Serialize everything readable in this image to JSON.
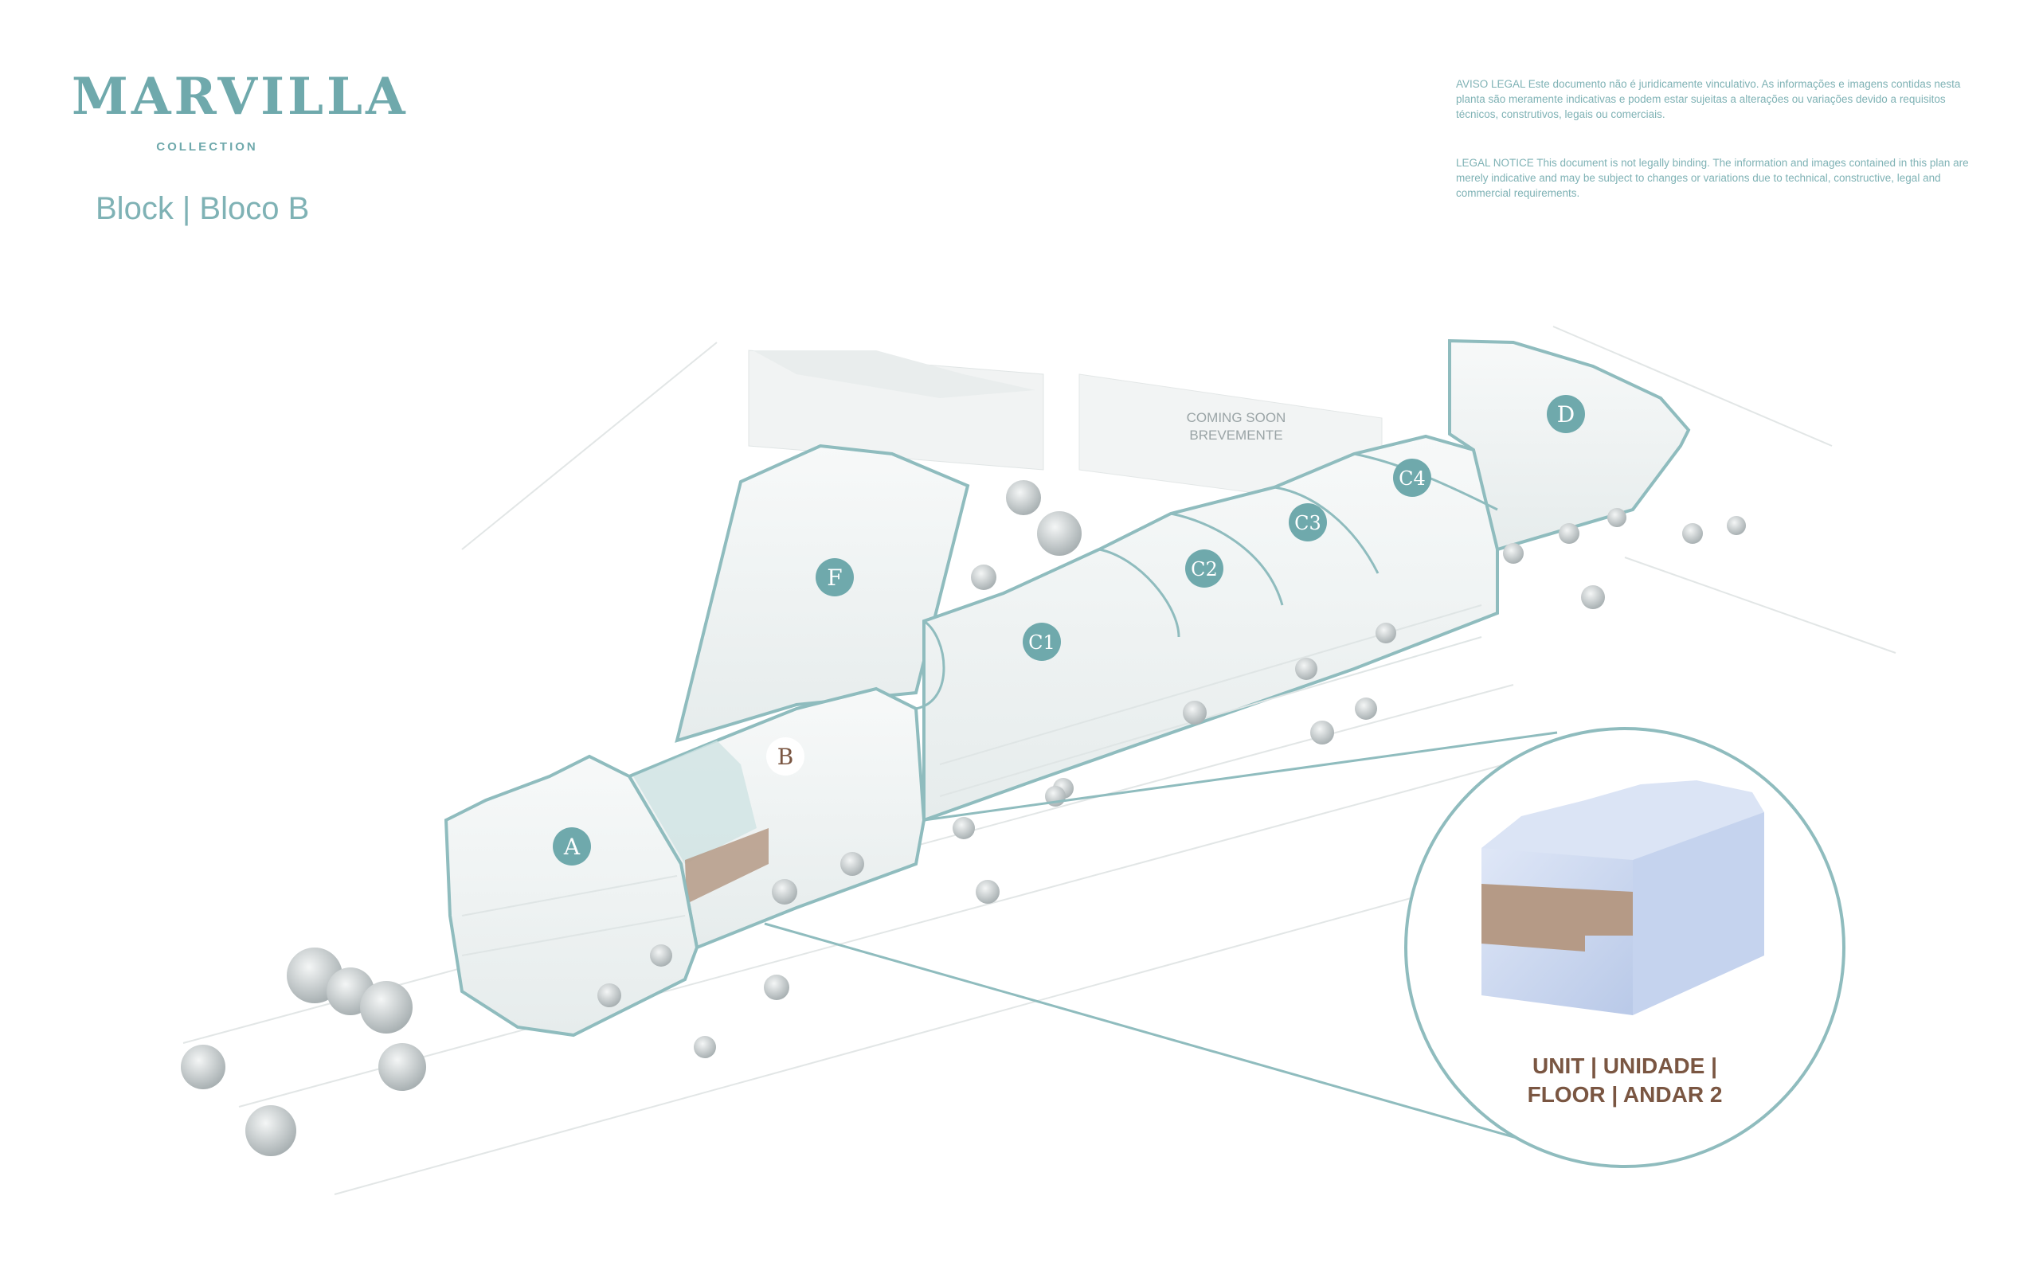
{
  "brand": {
    "name": "MARVILLA",
    "subtitle": "COLLECTION"
  },
  "block_title": "Block | Bloco B",
  "legal": {
    "pt": "AVISO LEGAL Este documento não é juridicamente vinculativo. As informações e imagens contidas nesta planta são meramente indicativas e podem estar sujeitas a alterações ou variações devido a requisitos técnicos, construtivos, legais ou comerciais.",
    "en": "LEGAL NOTICE This document is not legally binding. The information and images contained in this plan are merely indicative and may be subject to changes or variations due to technical, constructive, legal and commercial requirements."
  },
  "coming_soon": {
    "line1": "COMING SOON",
    "line2": "BREVEMENTE"
  },
  "blocks": [
    {
      "id": "a",
      "label": "A",
      "selected": false
    },
    {
      "id": "b",
      "label": "B",
      "selected": true
    },
    {
      "id": "f",
      "label": "F",
      "selected": false
    },
    {
      "id": "c1",
      "label": "C1",
      "selected": false
    },
    {
      "id": "c2",
      "label": "C2",
      "selected": false
    },
    {
      "id": "c3",
      "label": "C3",
      "selected": false
    },
    {
      "id": "c4",
      "label": "C4",
      "selected": false
    },
    {
      "id": "d",
      "label": "D",
      "selected": false
    }
  ],
  "detail": {
    "line1": "UNIT | UNIDADE |",
    "line2": "FLOOR | ANDAR 2"
  },
  "colors": {
    "accent": "#6fa9ac",
    "selected_label": "#7a5642",
    "highlight_floor": "#b59a86",
    "detail_building": "#c9d7f0"
  }
}
